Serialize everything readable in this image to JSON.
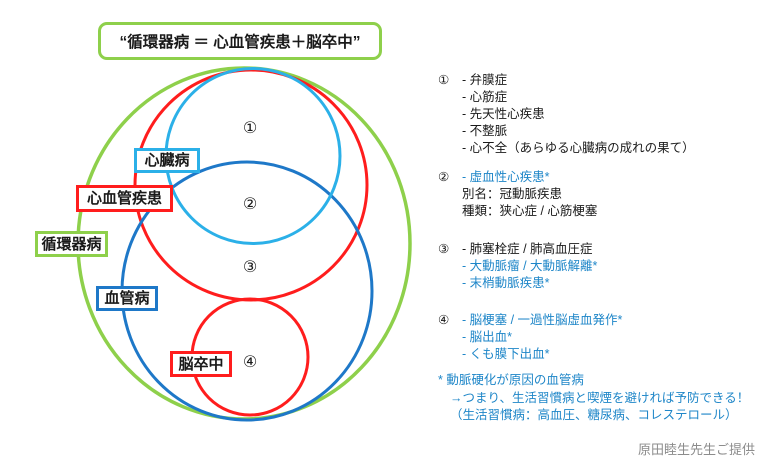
{
  "colors": {
    "green": "#8ed04b",
    "cyan": "#2bb0e8",
    "blue": "#1e78c8",
    "red": "#ff1d1d",
    "blue-text": "#1e86c8",
    "gray-text": "#8c8c8c",
    "black-text": "#1a1a1a"
  },
  "title": {
    "text": "“循環器病 ＝ 心血管疾患＋脳卒中”"
  },
  "venn": {
    "labels": {
      "heart": "心臓病",
      "cardiovascular": "心血管疾患",
      "circulatory": "循環器病",
      "vascular": "血管病",
      "stroke": "脳卒中"
    },
    "regions": {
      "r1": "①",
      "r2": "②",
      "r3": "③",
      "r4": "④"
    }
  },
  "list": {
    "sections": [
      {
        "num": "①",
        "items": [
          {
            "text": "- 弁膜症"
          },
          {
            "text": "- 心筋症"
          },
          {
            "text": "- 先天性心疾患"
          },
          {
            "text": "- 不整脈"
          },
          {
            "text": "- 心不全（あらゆる心臓病の成れの果て）"
          }
        ]
      },
      {
        "num": "②",
        "items": [
          {
            "text": "- 虚血性心疾患*"
          },
          {
            "text": "別名：冠動脈疾患"
          },
          {
            "text": "種類：狭心症 / 心筋梗塞"
          }
        ]
      },
      {
        "num": "③",
        "items": [
          {
            "text": "- 肺塞栓症 / 肺高血圧症"
          },
          {
            "text": "- 大動脈瘤 / 大動脈解離*"
          },
          {
            "text": "- 末梢動脈疾患*"
          }
        ]
      },
      {
        "num": "④",
        "items": [
          {
            "text": "- 脳梗塞 / 一過性脳虚血発作*"
          },
          {
            "text": "- 脳出血*"
          },
          {
            "text": "- くも膜下出血*"
          }
        ]
      }
    ]
  },
  "footnote": {
    "lines": [
      "* 動脈硬化が原因の血管病",
      "→つまり、生活習慣病と喫煙を避ければ予防できる！",
      "（生活習慣病：高血圧、糖尿病、コレステロール）"
    ]
  },
  "credit": {
    "text": "原田睦生先生ご提供"
  }
}
